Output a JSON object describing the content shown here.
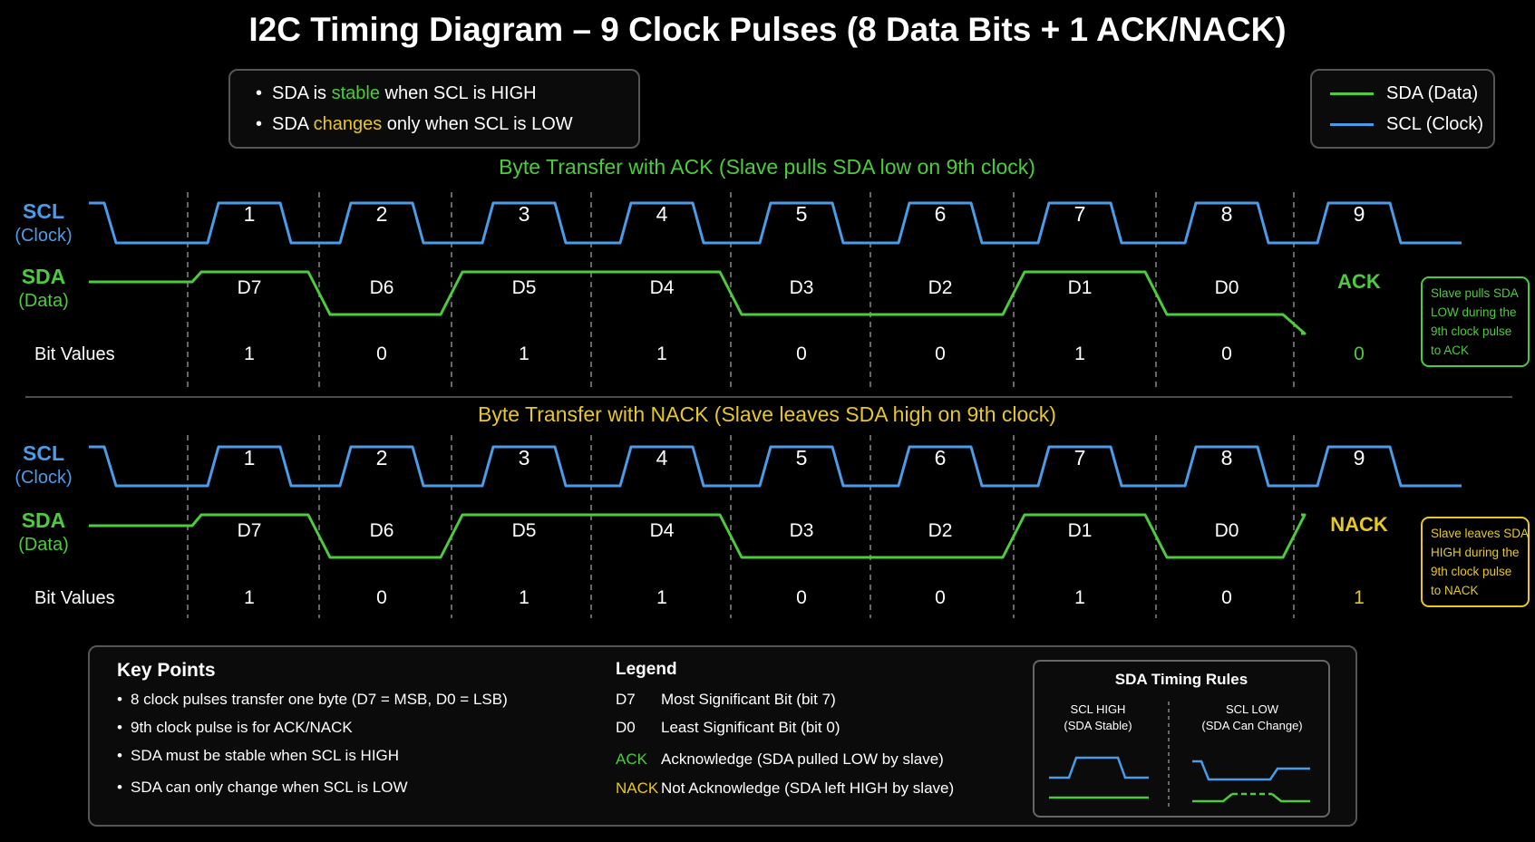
{
  "title": "I2C Timing Diagram – 9 Clock Pulses (8 Data Bits + 1 ACK/NACK)",
  "notes": {
    "line1": {
      "pre": "SDA is ",
      "hl": "stable",
      "post": " when SCL is HIGH"
    },
    "line2": {
      "pre": "SDA ",
      "hl": "changes",
      "post": " only when SCL is LOW"
    }
  },
  "legend": {
    "sda": "SDA (Data)",
    "scl": "SCL (Clock)"
  },
  "colors": {
    "sda": "#4ccc3c",
    "scl": "#4a9ce8",
    "ack": "#4ccc3c",
    "nack": "#e8c820",
    "grid": "#888888",
    "text": "#ffffff"
  },
  "signal_labels": {
    "scl": "SCL",
    "scl_sub": "(Clock)",
    "sda": "SDA",
    "sda_sub": "(Data)",
    "bit_values": "Bit Values"
  },
  "pulses": [
    "1",
    "2",
    "3",
    "4",
    "5",
    "6",
    "7",
    "8",
    "9"
  ],
  "bits": [
    "D7",
    "D6",
    "D5",
    "D4",
    "D3",
    "D2",
    "D1",
    "D0"
  ],
  "panels": [
    {
      "heading": "Byte Transfer with ACK (Slave pulls SDA low on 9th clock)",
      "ack_label": "ACK",
      "values": [
        "1",
        "0",
        "1",
        "1",
        "0",
        "0",
        "1",
        "0",
        "0"
      ],
      "sda_levels": [
        1,
        0,
        1,
        1,
        0,
        0,
        1,
        0,
        0
      ],
      "note": [
        "Slave pulls SDA",
        "LOW during the",
        "9th clock pulse",
        "to ACK"
      ],
      "accent": "ack"
    },
    {
      "heading": "Byte Transfer with NACK (Slave leaves SDA high on 9th clock)",
      "ack_label": "NACK",
      "values": [
        "1",
        "0",
        "1",
        "1",
        "0",
        "0",
        "1",
        "0",
        "1"
      ],
      "sda_levels": [
        1,
        0,
        1,
        1,
        0,
        0,
        1,
        0,
        1
      ],
      "note": [
        "Slave leaves SDA",
        "HIGH during the",
        "9th clock pulse",
        "to NACK"
      ],
      "accent": "nack"
    }
  ],
  "key_points": {
    "title": "Key Points",
    "items": [
      "8 clock pulses transfer one byte (D7 = MSB, D0 = LSB)",
      "9th clock pulse is for ACK/NACK",
      "SDA must be stable when SCL is HIGH",
      "SDA can only change when SCL is LOW"
    ]
  },
  "legend2": {
    "title": "Legend",
    "items": [
      {
        "key": "D7",
        "desc": "Most Significant Bit (bit 7)"
      },
      {
        "key": "D0",
        "desc": "Least Significant Bit (bit 0)"
      },
      {
        "key": "ACK",
        "desc": "Acknowledge (SDA pulled LOW by slave)"
      },
      {
        "key": "NACK",
        "desc": "Not Acknowledge (SDA left HIGH by slave)"
      }
    ]
  },
  "rules": {
    "title": "SDA Timing Rules",
    "high_head": "SCL HIGH",
    "high_sub": "(SDA Stable)",
    "low_head": "SCL LOW",
    "low_sub": "(SDA Can Change)"
  }
}
